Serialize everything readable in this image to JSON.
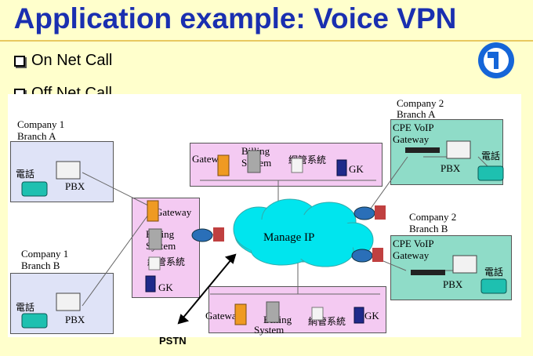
{
  "header": {
    "title": "Application example: Voice VPN"
  },
  "bullets": {
    "item1": "On Net Call",
    "item2": "Off Net Call"
  },
  "diagram": {
    "company1_branch_a": {
      "line1": "Company 1",
      "line2": "Branch A",
      "phone": "電話",
      "pbx": "PBX"
    },
    "company1_branch_b": {
      "line1": "Company 1",
      "line2": "Branch B",
      "phone": "電話",
      "pbx": "PBX"
    },
    "company2_branch_a": {
      "line1": "Company 2",
      "line2": "Branch A",
      "cpe1": "CPE VoIP",
      "cpe2": "Gateway",
      "phone": "電話",
      "pbx": "PBX"
    },
    "company2_branch_b": {
      "line1": "Company 2",
      "line2": "Branch B",
      "cpe1": "CPE VoIP",
      "cpe2": "Gateway",
      "phone": "電話",
      "pbx": "PBX"
    },
    "top_center": {
      "billing1": "Billing",
      "billing2": "System",
      "gateway": "Gateway",
      "nms": "網管系統",
      "gk": "GK"
    },
    "left_center": {
      "gateway": "Gateway",
      "billing1": "Billing",
      "billing2": "System",
      "nms": "網管系統",
      "gk": "GK"
    },
    "bottom_center": {
      "gateway": "Gateway",
      "billing1": "Billing",
      "billing2": "System",
      "nms": "網管系統",
      "gk": "GK"
    },
    "cloud_label": "Manage IP",
    "pstn_label": "PSTN"
  },
  "colors": {
    "title": "#1a2fb0",
    "background": "#ffffcc",
    "cloud": "#00e5ee",
    "blue_region": "#dfe3f7",
    "pink_region": "#f4caf2",
    "teal_region": "#8fdcc8"
  }
}
